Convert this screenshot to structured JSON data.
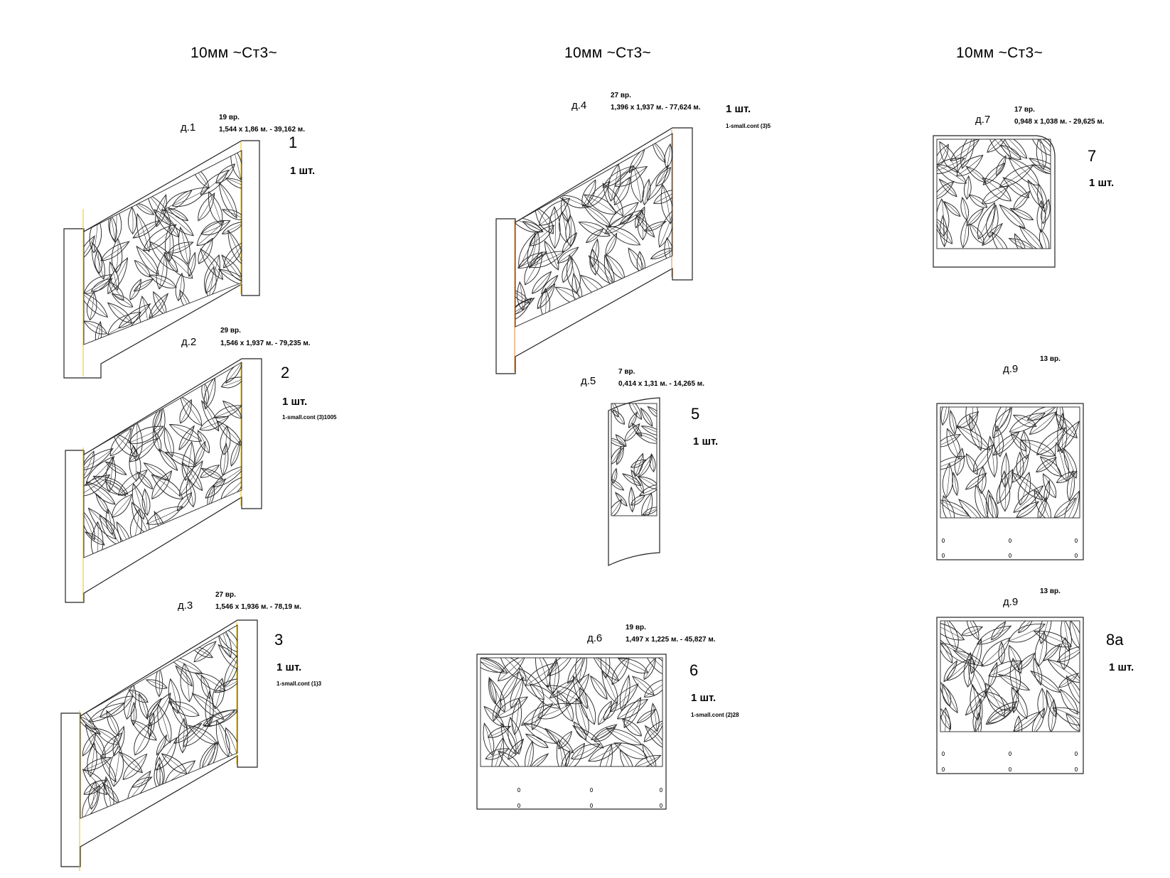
{
  "headers": [
    "10мм ~Ст3~",
    "10мм ~Ст3~",
    "10мм ~Ст3~"
  ],
  "parts": [
    {
      "code": "д.1",
      "count": "19 вр.",
      "dims": "1,544 x 1,86 м.  -   39,162 м.",
      "number": "1",
      "qty": "1 шт.",
      "file": ""
    },
    {
      "code": "д.2",
      "count": "29 вр.",
      "dims": "1,546 x 1,937 м.  -   79,235 м.",
      "number": "2",
      "qty": "1 шт.",
      "file": "1-small.cont (3)1005"
    },
    {
      "code": "д.3",
      "count": "27 вр.",
      "dims": "1,546 x 1,936 м.  -   78,19 м.",
      "number": "3",
      "qty": "1 шт.",
      "file": "1-small.cont (1)3"
    },
    {
      "code": "д.4",
      "count": "27 вр.",
      "dims": "1,396 x 1,937 м.  -   77,624 м.",
      "number": "",
      "qty": "1 шт.",
      "file": "1-small.cont (3)5"
    },
    {
      "code": "д.5",
      "count": "7 вр.",
      "dims": "0,414 x 1,31 м.  -   14,265 м.",
      "number": "5",
      "qty": "1 шт.",
      "file": ""
    },
    {
      "code": "д.6",
      "count": "19 вр.",
      "dims": "1,497 x 1,225 м.  -   45,827 м.",
      "number": "6",
      "qty": "1 шт.",
      "file": "1-small.cont (2)28"
    },
    {
      "code": "д.7",
      "count": "17 вр.",
      "dims": "0,948 x 1,038 м.  -   29,625 м.",
      "number": "7",
      "qty": "1 шт.",
      "file": ""
    },
    {
      "code": "д.9",
      "count": "13 вр.",
      "dims": "",
      "number": "",
      "qty": "",
      "file": ""
    },
    {
      "code": "д.9",
      "count": "13 вр.",
      "dims": "",
      "number": "8a",
      "qty": "1 шт.",
      "file": ""
    }
  ],
  "colors": {
    "line": "#222222",
    "guide_yellow": "#f0c000",
    "guide_orange": "#e08a3c",
    "background": "#ffffff"
  }
}
